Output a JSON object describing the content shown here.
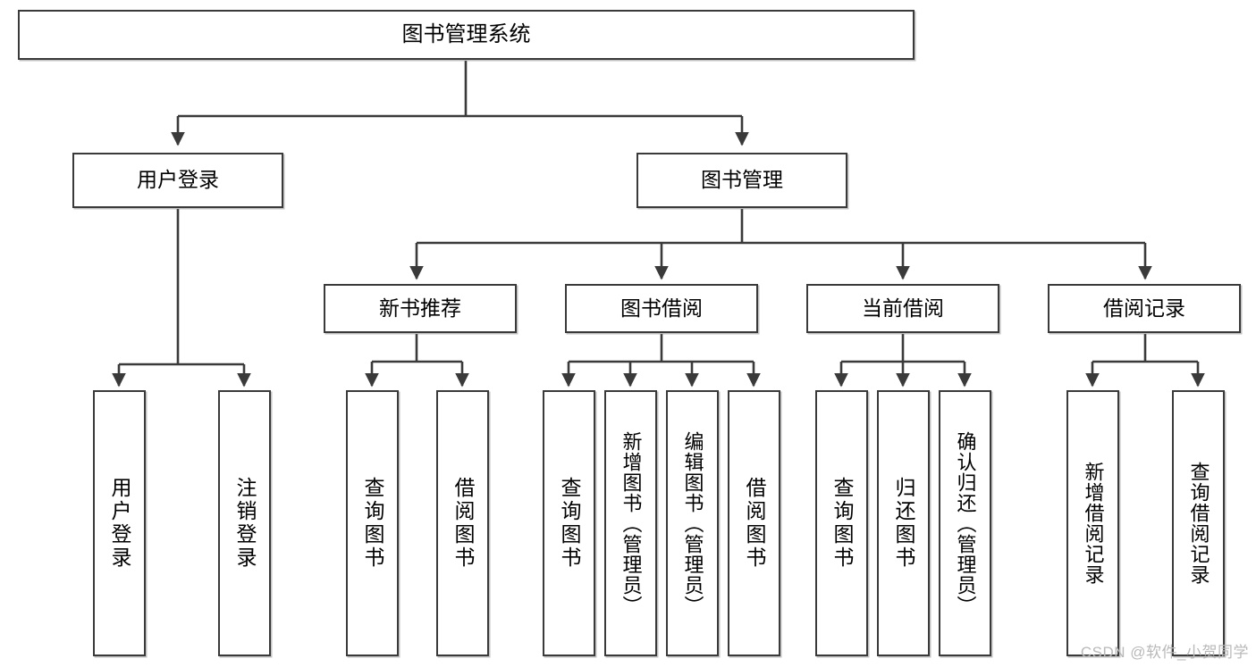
{
  "diagram": {
    "type": "hierarchy-tree",
    "title_node": {
      "label": "图书管理系统"
    },
    "level2": [
      {
        "label": "用户登录"
      },
      {
        "label": "图书管理"
      }
    ],
    "level3": [
      {
        "label": "新书推荐"
      },
      {
        "label": "图书借阅"
      },
      {
        "label": "当前借阅"
      },
      {
        "label": "借阅记录"
      }
    ],
    "leaves": {
      "user_login": [
        {
          "label": "用户登录"
        },
        {
          "label": "注销登录"
        }
      ],
      "new_book_recommend": [
        {
          "label": "查询图书"
        },
        {
          "label": "借阅图书"
        }
      ],
      "book_borrow": [
        {
          "label": "查询图书"
        },
        {
          "label": "新增图书（管理员）"
        },
        {
          "label": "编辑图书（管理员）"
        },
        {
          "label": "借阅图书"
        }
      ],
      "current_borrow": [
        {
          "label": "查询图书"
        },
        {
          "label": "归还图书"
        },
        {
          "label": "确认归还（管理员）"
        }
      ],
      "borrow_record": [
        {
          "label": "新增借阅记录"
        },
        {
          "label": "查询借阅记录"
        }
      ]
    },
    "watermark": "CSDN @软件_小贺同学",
    "colors": {
      "stroke": "#3a3a3a",
      "fill": "#ffffff",
      "text": "#000000",
      "watermark": "#b9b9b9"
    }
  }
}
